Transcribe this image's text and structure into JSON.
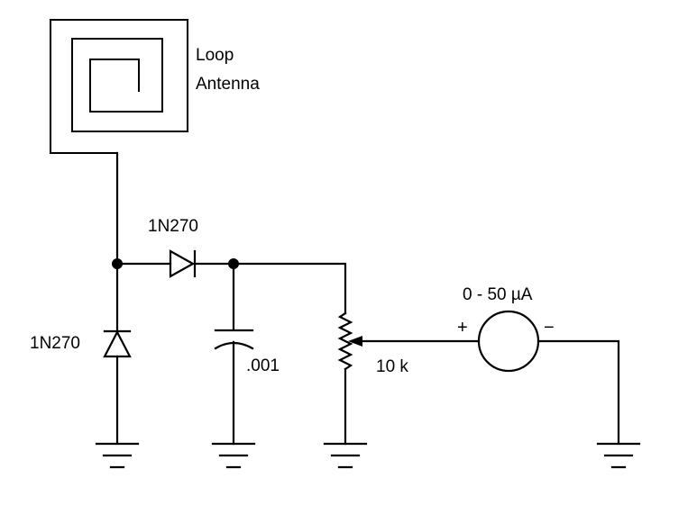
{
  "labels": {
    "antenna_line1": "Loop",
    "antenna_line2": "Antenna",
    "series_diode": "1N270",
    "shunt_diode": "1N270",
    "capacitor": ".001",
    "potentiometer": "10 k",
    "meter": "0 - 50 µA",
    "meter_plus": "+",
    "meter_minus": "−"
  }
}
